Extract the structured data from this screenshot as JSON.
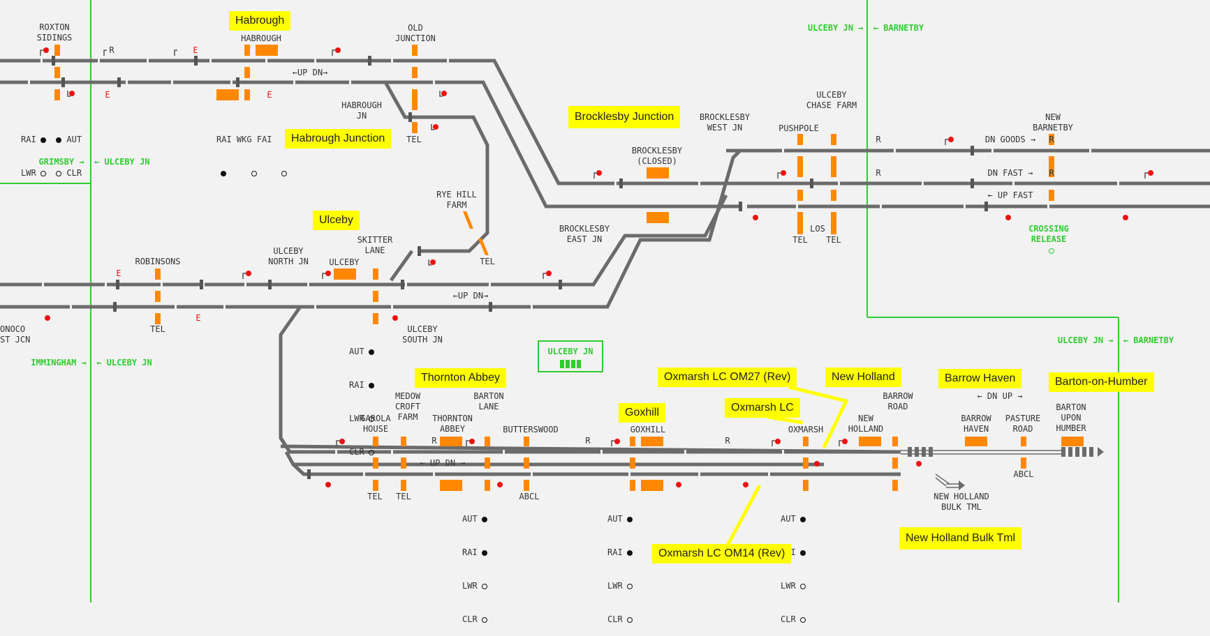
{
  "colors": {
    "background": "#f2f2f2",
    "track": "#6b6b6b",
    "boundary": "#2ecc2e",
    "track_circuit": "#ff8800",
    "signal": "#ee1111",
    "annotation": "#ffff00"
  },
  "areas": {
    "habrough": "Habrough",
    "habrough_junction": "Habrough Junction",
    "ulceby": "Ulceby",
    "brocklesby_junction": "Brocklesby Junction",
    "thornton_abbey": "Thornton Abbey",
    "goxhill": "Goxhill",
    "oxmarsh_om27": "Oxmarsh LC OM27 (Rev)",
    "oxmarsh_lc": "Oxmarsh LC",
    "new_holland": "New Holland",
    "barrow_haven": "Barrow Haven",
    "barton": "Barton-on-Humber",
    "new_holland_bulk": "New Holland Bulk Tml",
    "oxmarsh_om14": "Oxmarsh LC OM14 (Rev)"
  },
  "labels": {
    "roxton": "ROXTON\nSIDINGS",
    "habrough": "HABROUGH",
    "old_junction": "OLD\nJUNCTION",
    "habrough_jn": "HABROUGH\nJN",
    "tel_old": "TEL",
    "rye_hill": "RYE HILL\nFARM",
    "tel_rye": "TEL",
    "robinsons": "ROBINSONS",
    "ulceby_north": "ULCEBY\nNORTH JN",
    "ulceby": "ULCEBY",
    "skitter": "SKITTER\nLANE",
    "ulceby_south": "ULCEBY\nSOUTH JN",
    "conoco": "ONOCO\nST JCN",
    "tel_rob": "TEL",
    "brocklesby_east": "BROCKLESBY\nEAST JN",
    "brocklesby_closed": "BROCKLESBY\n(CLOSED)",
    "brocklesby_west": "BROCKLESBY\nWEST JN",
    "pushpole": "PUSHPOLE",
    "chase_farm": "ULCEBY\nCHASE FARM",
    "new_barnetby": "NEW\nBARNETBY",
    "dn_goods": "DN GOODS →",
    "dn_fast": "DN FAST →",
    "up_fast": "← UP FAST",
    "crossing_release": "CROSSING\nRELEASE",
    "tel_push": "TEL",
    "los": "LOS",
    "tel_chase": "TEL",
    "up_dn_hab": "←UP DN→",
    "up_dn_skit": "←UP DN→",
    "up_dn_thornton": "← UP DN →",
    "dn_up_barrow": "← DN UP →",
    "garola": "GAROLA\nHOUSE",
    "medow": "MEDOW\nCROFT\nFARM",
    "thornton_abbey": "THORNTON\nABBEY",
    "barton_lane": "BARTON\nLANE",
    "butterswood": "BUTTERSWOOD",
    "goxhill": "GOXHILL",
    "oxmarsh": "OXMARSH",
    "new_holland": "NEW\nHOLLAND",
    "barrow_road": "BARROW\nROAD",
    "barrow_haven": "BARROW\nHAVEN",
    "pasture_road": "PASTURE\nROAD",
    "barton_upon_humber": "BARTON\nUPON\nHUMBER",
    "new_holland_bulk": "NEW HOLLAND\nBULK TML",
    "abcl_pasture": "ABCL",
    "abcl_butter": "ABCL",
    "tel_garola": "TEL",
    "tel_medow": "TEL"
  },
  "boundaries": {
    "ulceby_barnetby_top": "ULCEBY JN →  ← BARNETBY",
    "grimsby_ulceby": "GRIMSBY →  ← ULCEBY JN",
    "immingham_ulceby": "IMMINGHAM →  ← ULCEBY JN",
    "ulceby_barnetby_right": "ULCEBY JN →  ← BARNETBY"
  },
  "ulceby_box": {
    "label": "ULCEBY JN"
  },
  "indications": {
    "roxton": {
      "rai": "RAI",
      "lwr": "LWR",
      "aut": "AUT",
      "clr": "CLR"
    },
    "habrough": {
      "rai": "RAI",
      "wkg": "WKG",
      "fai": "FAI"
    },
    "skitter": {
      "aut": "AUT",
      "rai": "RAI",
      "lwr": "LWR",
      "clr": "CLR"
    },
    "barton_lane": {
      "aut": "AUT",
      "rai": "RAI",
      "lwr": "LWR",
      "clr": "CLR"
    },
    "goxhill": {
      "aut": "AUT",
      "rai": "RAI",
      "lwr": "LWR",
      "clr": "CLR"
    },
    "oxmarsh": {
      "aut": "AUT",
      "rai": "RAI",
      "lwr": "LWR",
      "clr": "CLR"
    }
  },
  "markers": {
    "r": "R",
    "e": "E"
  }
}
